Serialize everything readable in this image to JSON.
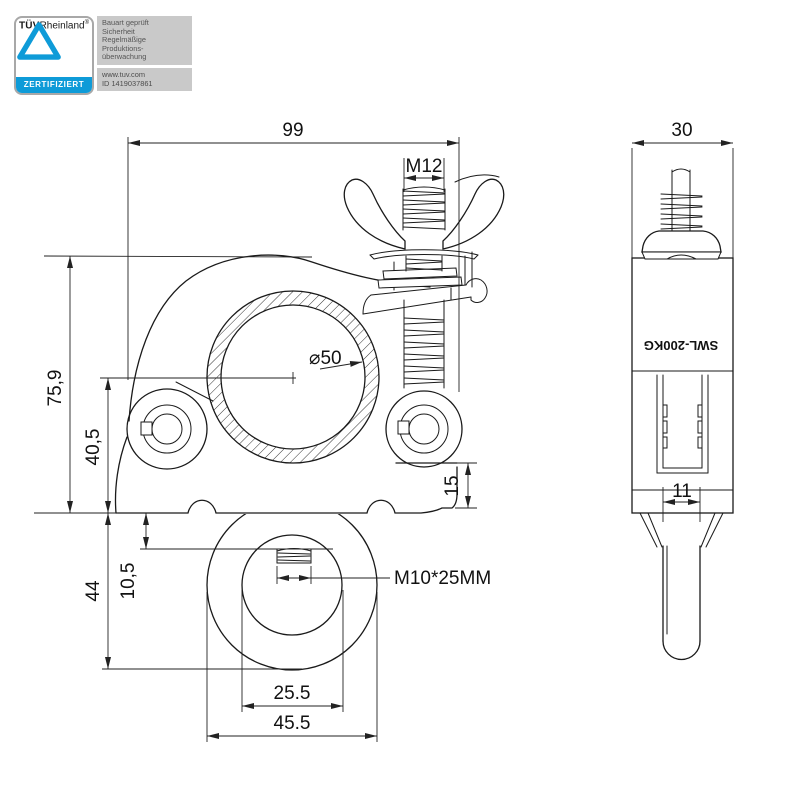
{
  "certification": {
    "brand_bold": "TÜV",
    "brand_regular": "Rheinland",
    "registered": "®",
    "badge": "ZERTIFIZIERT",
    "claims": [
      "Bauart geprüft",
      "Sicherheit",
      "Regelmäßige",
      "Produktions-",
      "überwachung"
    ],
    "website": "www.tuv.com",
    "certificate_id": "ID 1419037861",
    "brand_color": "#0e9bd8"
  },
  "drawing": {
    "front_view": {
      "dimensions": {
        "overall_width": "99",
        "bolt_thread": "M12",
        "tube_diameter": "⌀50",
        "overall_height": "75,9",
        "base_to_tube_center": "40,5",
        "flange_step": "15",
        "base_to_eye_bottom": "44",
        "boss_height": "10,5",
        "eyebolt_thread": "M10*25MM",
        "eye_inner_diameter": "25.5",
        "eye_outer_diameter": "45.5"
      }
    },
    "side_view": {
      "dimensions": {
        "body_width": "30",
        "eye_thickness": "11"
      },
      "load_marking": "SWL-200KG"
    }
  }
}
